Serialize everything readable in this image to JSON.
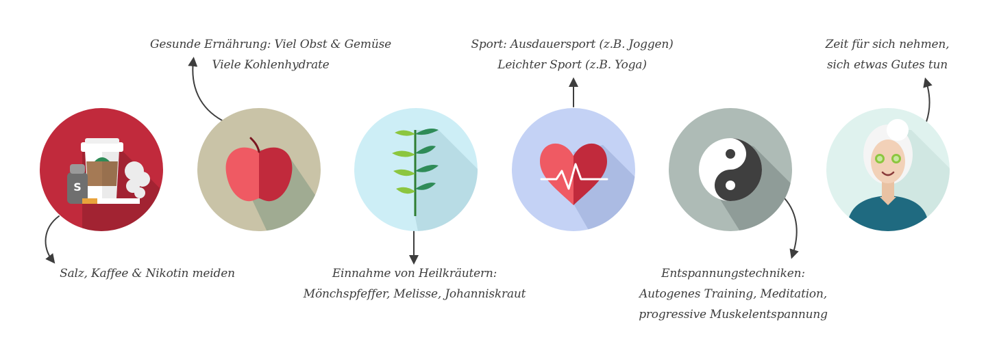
{
  "items": [
    {
      "lines": [
        "Salz, Kaffee & Nikotin meiden"
      ],
      "colors": {
        "circle": "#c12a3c"
      }
    },
    {
      "lines": [
        "Gesunde Ernährung: Viel Obst & Gemüse",
        "Viele Kohlenhydrate"
      ],
      "colors": {
        "circle": "#c9c3a7"
      }
    },
    {
      "lines": [
        "Einnahme von Heilkräutern:",
        "Mönchspfeffer, Melisse, Johanniskraut"
      ],
      "colors": {
        "circle": "#cdeef6"
      }
    },
    {
      "lines": [
        "Sport: Ausdauersport (z.B. Joggen)",
        "Leichter Sport (z.B. Yoga)"
      ],
      "colors": {
        "circle": "#c4d2f5"
      }
    },
    {
      "lines": [
        "Entspannungstechniken:",
        "Autogenes Training, Meditation,",
        "progressive Muskelentspannung"
      ],
      "colors": {
        "circle": "#aebbb6"
      }
    },
    {
      "lines": [
        "Zeit für sich nehmen,",
        "sich etwas Gutes tun"
      ],
      "colors": {
        "circle": "#dff2ee"
      }
    }
  ],
  "icons": [
    "coffee-salt-cigarette-icon",
    "apple-icon",
    "herb-branch-icon",
    "heartbeat-icon",
    "yin-yang-icon",
    "relaxing-woman-icon"
  ]
}
